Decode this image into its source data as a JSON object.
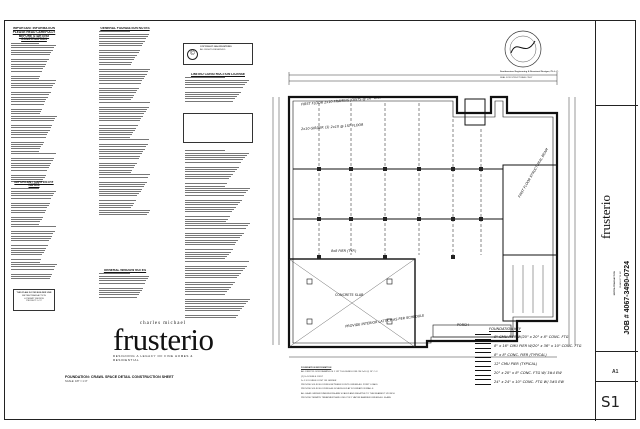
{
  "sheet": {
    "important_info": {
      "title_line1": "IMPORTANT INFORMATION",
      "title_line2": "PLEASE READ CAREFULLY",
      "title_line3": "BEFORE STARTING CONSTRUCTION"
    },
    "general_foundation_notes_title": "GENERAL FOUNDATION NOTES",
    "carpentry_notes_title": "IMPORTANT CARPENTRY NOTES",
    "general_window_notes_title": "GENERAL WINDOW NOTES",
    "limited_license_title": "LIMITED CONSTRUCTION LICENSE",
    "copyright_title": "COPYRIGHT 2004 FRUSTERIO",
    "copyright_sub": "ALL RIGHTS RESERVED",
    "builder_box": [
      "THIS PLAN IS FOR BUILDER USE",
      "METRA TRANSACTION",
      "& PERMIT REVIEW",
      "PROJECT: LOT"
    ],
    "engineer_name": "Southeastern Engineering & Structural Designs, P.L.L.C.",
    "engineer_sub": "SEAL FOR STRUCTURAL ONLY",
    "foundation_legend_title": "FOUNDATION  KEY",
    "foundation_legend": [
      "8\" CMU PIER  W/20\" x 20\" x 8\" CONC. FTG",
      "8\" x 16\" CMU PIER  W/20\" x 36\" x 10\" CONC. FTG",
      "8\" x 8\" CONC. PIER (TYPICAL)",
      "12\" CMU PIER (TYPICAL)",
      "20\" x 20\" x 8\" CONC. FTG  W/ 3#4 EW",
      "24\" x 24\" x 10\" CONC. FTG  W/ 3#5 EW"
    ],
    "foundation_info_title": "FOUNDATION INFORMATION",
    "foundation_info_lines": [
      "ALL FIRST FLOOR FRAMING IS 1 1/8\" T&G SUBFLOOR ON 2x10 @ 16\" O.C.",
      "(2) 2x DOUBLE JOIST",
      "2x 1.5 DOUBLE JOIST ON GIRDER",
      "PROVIDE SOLID BLOCKING BETWEEN JOISTS UNDER ALL POINT LOADS",
      "PROVIDE SOLID BLOCKING AS SCHEDULED AT FOUNDATION WALLS",
      "ALL HEAD GIRDER DIMENSIONS ARE SCALED AND RELATIVE TO THE NEAREST 1/8 INCH",
      "PROVIDE TERMITE TREATMENT AND 6 MIL POLY VAPOR BARRIER UNDER ALL SLABS"
    ],
    "plan_labels": {
      "note1": "FIRST FLOOR 2x10 FRAMING JOISTS @ 16\" O.C.",
      "note2": "2x10 GIRDER (3) 2x10 @ 1ST FLOOR",
      "note3": "FIRST FLOOR STRUCTURAL BEAM",
      "note4": "8x8 PIER (TYP.)",
      "note5": "PROVIDE INTERIOR LATTICE AS PER SCHEDULE",
      "garage": "CONCRETE SLAB",
      "porch": "PORCH"
    },
    "logo": {
      "small": "charles michael",
      "big": "frusterio",
      "tagline": "DESIGNING A LEGACY OF FINE HOMES & RESIDENTIAL"
    },
    "sheet_title": "FOUNDATION: CRAWL SPACE DETAIL CONSTRUCTION SHEET",
    "sheet_scale": "SCALE: 1/8\" = 1'-0\"",
    "title_block": {
      "brand": "frusterio",
      "owner": "METRA TRANSACTION",
      "city": "CHARLOTTE NC",
      "job": "JOB # 4067-3490-0724",
      "rev": "A1"
    },
    "sheet_number": "S1"
  }
}
